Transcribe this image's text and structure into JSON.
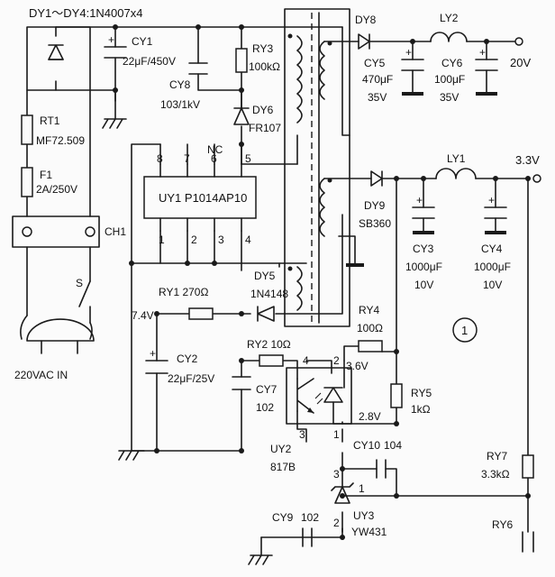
{
  "header": {
    "bridge_label": "DY1～DY4:1N4007x4"
  },
  "input": {
    "rt1": "RT1",
    "rt1_val": "MF72.509",
    "f1": "F1",
    "f1_val": "2A/250V",
    "ch1": "CH1",
    "switch": "S",
    "mains": "220VAC  IN"
  },
  "primary": {
    "cy1": "CY1",
    "cy1_val": "22μF/450V",
    "cy8": "CY8",
    "cy8_val": "103/1kV",
    "ry3": "RY3",
    "ry3_val": "100kΩ",
    "dy6": "DY6",
    "dy6_val": "FR107",
    "nc": "NC",
    "ic": "UY1  P1014AP10",
    "pins_top": [
      "8",
      "7",
      "6",
      "5"
    ],
    "pins_bottom": [
      "1",
      "2",
      "3",
      "4"
    ],
    "ry1": "RY1  270Ω",
    "dy5": "DY5",
    "dy5_val": "1N4148",
    "v74": "7.4V",
    "cy2": "CY2",
    "cy2_val": "22μF/25V",
    "ry2": "RY2  10Ω",
    "cy7": "CY7",
    "cy7_val": "102"
  },
  "secondary": {
    "dy8": "DY8",
    "ly2": "LY2",
    "cy5": "CY5",
    "cy5_val": "470μF",
    "cy5_v": "35V",
    "cy6": "CY6",
    "cy6_val": "100μF",
    "cy6_v": "35V",
    "v20": "20V",
    "dy9": "DY9",
    "dy9_val": "SB360",
    "ly1": "LY1",
    "v33": "3.3V",
    "cy3": "CY3",
    "cy3_val": "1000μF",
    "cy3_v": "10V",
    "cy4": "CY4",
    "cy4_val": "1000μF",
    "cy4_v": "10V"
  },
  "feedback": {
    "marker": "1",
    "ry4": "RY4",
    "ry4_val": "100Ω",
    "v36": "3.6V",
    "v28": "2.8V",
    "ry5": "RY5",
    "ry5_val": "1kΩ",
    "oc_pins": [
      "4",
      "2",
      "3",
      "1"
    ],
    "uy2": "UY2",
    "uy2_val": "817B",
    "cy10": "CY10",
    "cy10_val": "104",
    "ref_pins": [
      "3",
      "1",
      "2"
    ],
    "uy3": "UY3",
    "uy3_val": "YW431",
    "cy9": "CY9",
    "cy9_val": "102",
    "ry7": "RY7",
    "ry7_val": "3.3kΩ",
    "ry6": "RY6"
  }
}
